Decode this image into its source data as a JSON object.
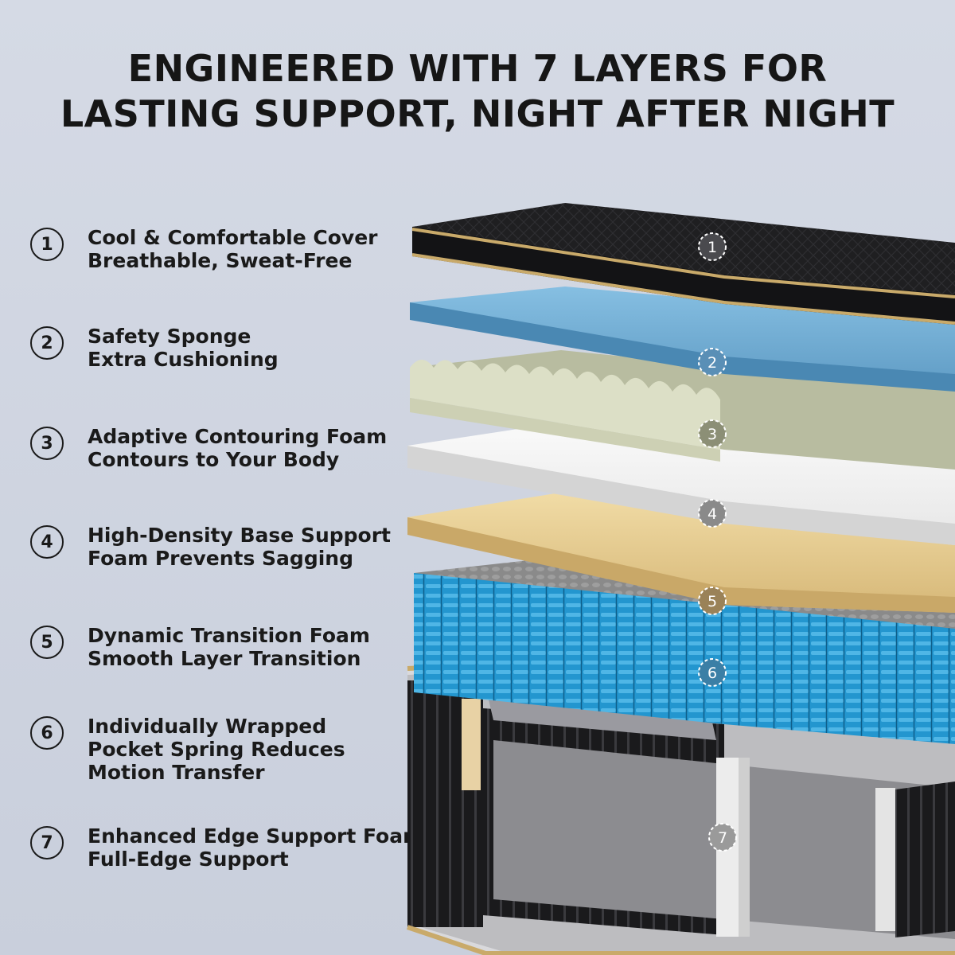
{
  "headline": {
    "line1": "ENGINEERED WITH 7 LAYERS FOR",
    "line2": "LASTING SUPPORT, NIGHT AFTER NIGHT"
  },
  "layers": [
    {
      "number": "1",
      "title": "Cool & Comfortable Cover",
      "lines": [
        "Breathable, Sweat-Free"
      ]
    },
    {
      "number": "2",
      "title": "Safety Sponge",
      "lines": [
        "Extra Cushioning"
      ]
    },
    {
      "number": "3",
      "title": "Adaptive Contouring Foam",
      "lines": [
        "Contours to Your Body"
      ]
    },
    {
      "number": "4",
      "title": "High-Density Base Support",
      "lines": [
        "Foam Prevents Sagging"
      ]
    },
    {
      "number": "5",
      "title": "Dynamic Transition Foam",
      "lines": [
        "Smooth Layer Transition"
      ]
    },
    {
      "number": "6",
      "title": "Individually Wrapped",
      "lines": [
        "Pocket Spring Reduces",
        "Motion Transfer"
      ]
    },
    {
      "number": "7",
      "title": "Enhanced Edge Support Foam",
      "lines": [
        "Full-Edge Support"
      ]
    }
  ],
  "colors": {
    "background": "#cfd4e0",
    "cover": "#1c1c1e",
    "gold_trim": "#c9aa6a",
    "safety_sponge": "#6aa4cb",
    "contour_foam": "#d9dcc4",
    "base_foam": "#f2f2f2",
    "transition_foam": "#e4c888",
    "springs": "#2a9fd6",
    "edge_foam": "#e8e8e8"
  }
}
